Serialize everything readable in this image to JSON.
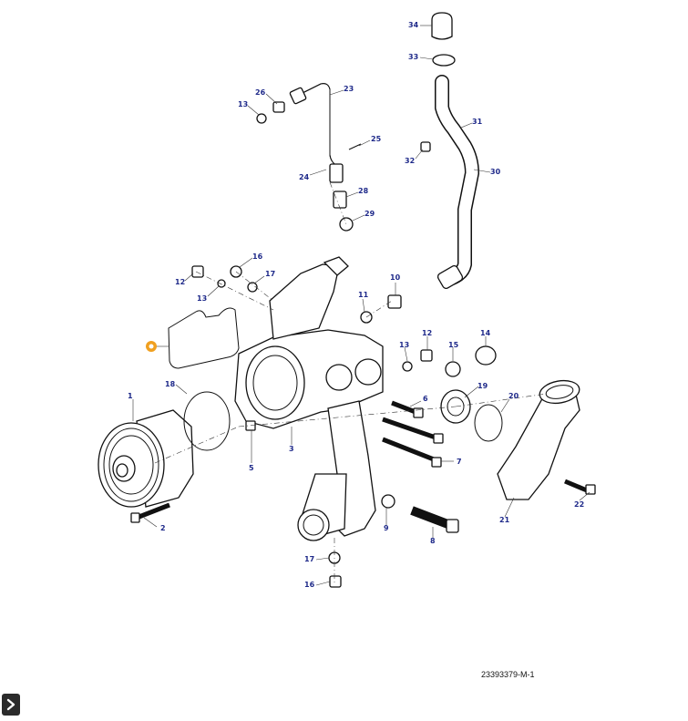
{
  "diagram": {
    "figure_id": "23393379-M-1",
    "highlight_color": "#f0a020",
    "callout_color": "#1f2a8a",
    "callouts": [
      "1",
      "2",
      "3",
      "5",
      "6",
      "7",
      "8",
      "9",
      "10",
      "11",
      "12",
      "12",
      "13",
      "13",
      "13",
      "14",
      "15",
      "16",
      "16",
      "17",
      "17",
      "18",
      "19",
      "20",
      "21",
      "22",
      "23",
      "24",
      "25",
      "26",
      "28",
      "29",
      "30",
      "31",
      "32",
      "33",
      "34"
    ]
  },
  "controls": {
    "expand_icon": "chevron-right-icon"
  }
}
